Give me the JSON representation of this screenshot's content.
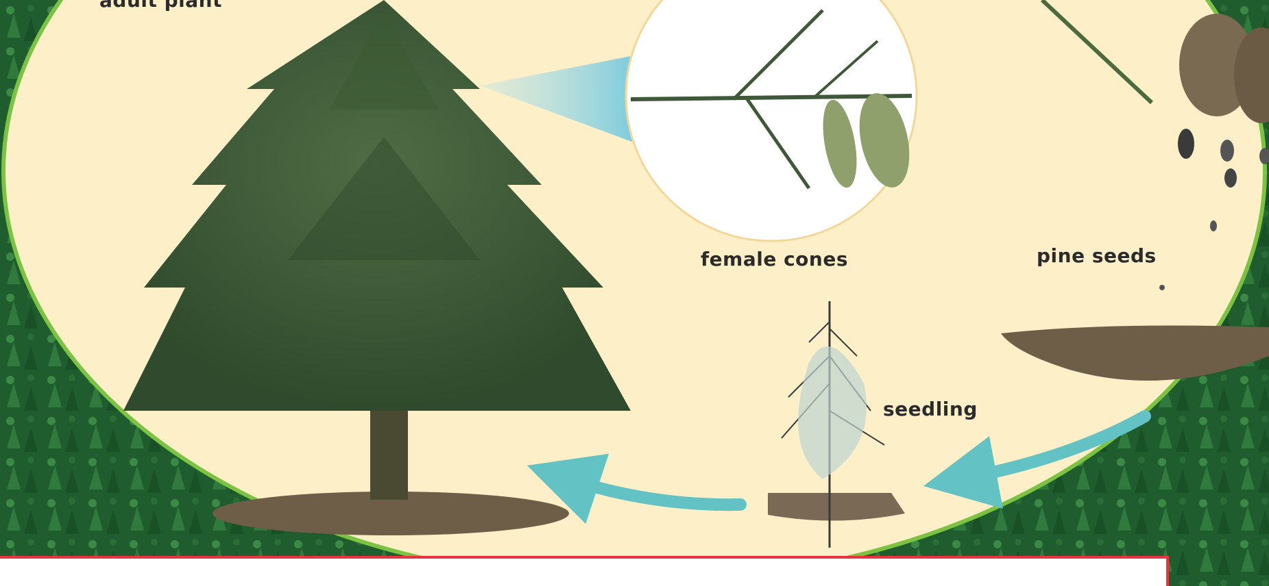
{
  "labels": {
    "top_partial": "adult plant",
    "female_cones": "female cones",
    "pine_seeds": "pine seeds",
    "seedling": "seedling"
  },
  "colors": {
    "background_forest": "#1f5d2e",
    "ellipse_fill": "#fdf0c8",
    "ellipse_border": "#7cc243",
    "arrow": "#63c3c4",
    "accent_red": "#e8343f",
    "tree_green": "#3c5a34"
  },
  "icons": [
    "adult-tree-icon",
    "female-cone-icon",
    "seedling-icon",
    "pine-seed-icon",
    "cycle-arrow-icon"
  ]
}
